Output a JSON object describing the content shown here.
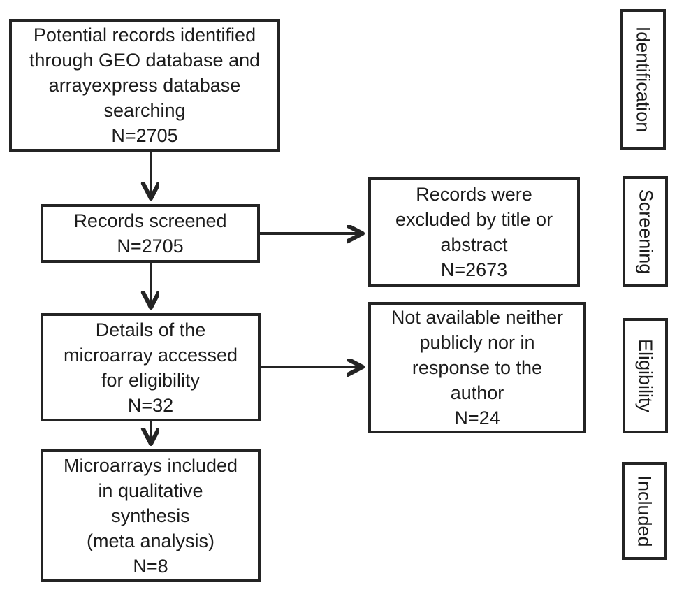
{
  "flow_boxes": [
    {
      "id": "records-identified",
      "text": "Potential records identified\nthrough GEO database and\narrayexpress database\nsearching\nN=2705"
    },
    {
      "id": "records-screened",
      "text": "Records screened\nN=2705"
    },
    {
      "id": "details-accessed",
      "text": "Details of the\nmicroarray accessed\nfor eligibility\nN=32"
    },
    {
      "id": "microarrays-included",
      "text": "Microarrays included\nin qualitative\nsynthesis\n(meta analysis)\nN=8"
    }
  ],
  "exclusion_boxes": [
    {
      "id": "excluded-by-title-abstract",
      "text": "Records were\nexcluded by title or\nabstract\nN=2673"
    },
    {
      "id": "not-available",
      "text": "Not available neither\npublicly nor in\nresponse to the\nauthor\nN=24"
    }
  ],
  "stage_labels": [
    {
      "id": "identification",
      "text": "Identification"
    },
    {
      "id": "screening",
      "text": "Screening"
    },
    {
      "id": "eligibility",
      "text": "Eligibility"
    },
    {
      "id": "included",
      "text": "Included"
    }
  ],
  "colors": {
    "line": "#242424",
    "text": "#1c1c1c",
    "background": "#ffffff"
  }
}
